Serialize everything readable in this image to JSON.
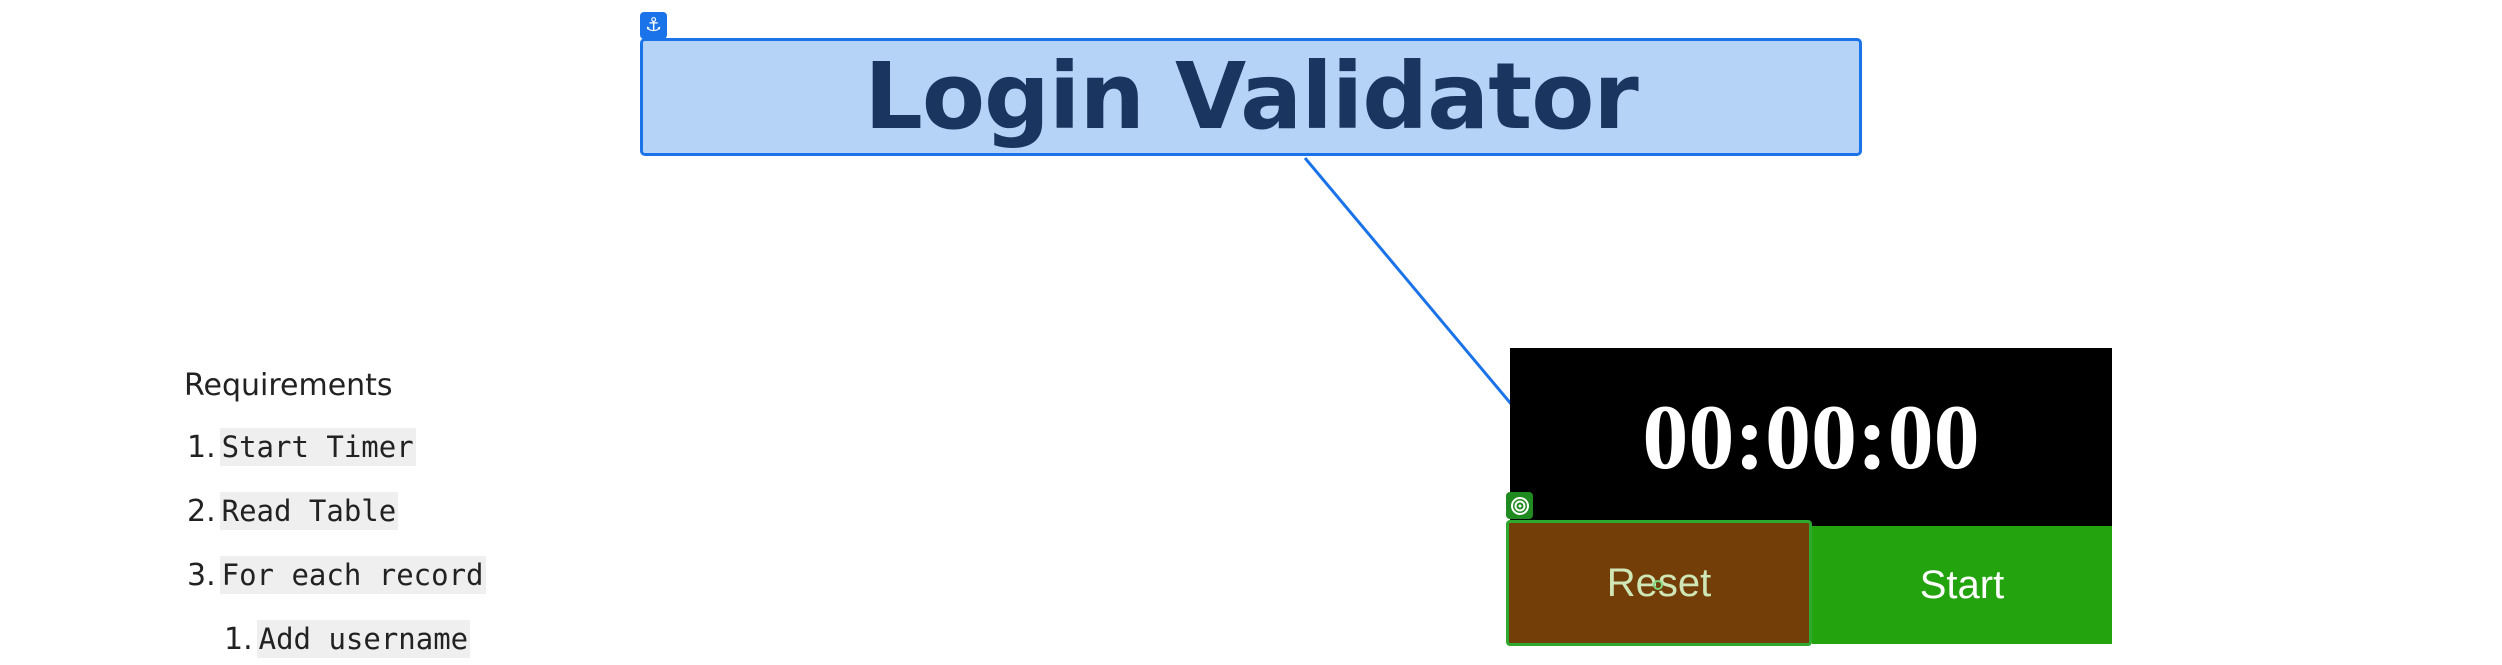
{
  "title": {
    "text": "Login Validator",
    "anchor_icon": "anchor-icon",
    "accent_color": "#1a73e8",
    "fill_color": "#b5d3f7",
    "text_color": "#1a3560"
  },
  "requirements": {
    "heading": "Requirements",
    "items": [
      {
        "number": "1.",
        "text": "Start Timer"
      },
      {
        "number": "2.",
        "text": "Read Table"
      },
      {
        "number": "3.",
        "text": "For each record"
      }
    ],
    "sub_items": [
      {
        "number": "1.",
        "text": "Add username"
      }
    ]
  },
  "timer": {
    "display": "00:00:00",
    "target_icon": "target-icon",
    "reset_label": "Reset",
    "start_label": "Start",
    "reset_color": "#733e07",
    "start_color": "#23a30e"
  }
}
